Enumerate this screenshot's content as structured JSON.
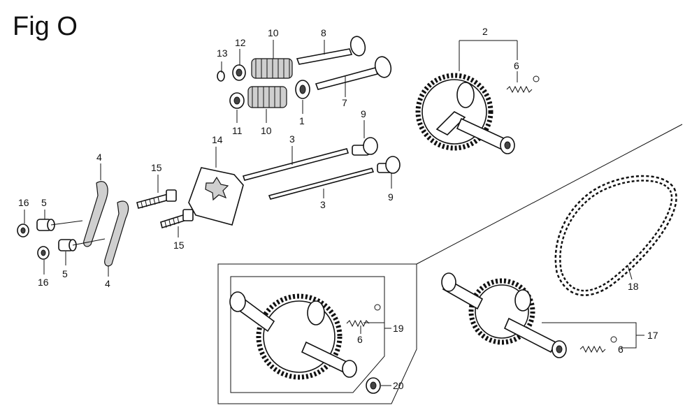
{
  "figure": {
    "title": "Fig O"
  },
  "labels": {
    "l1": "1",
    "l2": "2",
    "l3a": "3",
    "l3b": "3",
    "l4a": "4",
    "l4b": "4",
    "l5a": "5",
    "l5b": "5",
    "l6a": "6",
    "l6b": "6",
    "l6c": "6",
    "l7": "7",
    "l8": "8",
    "l9a": "9",
    "l9b": "9",
    "l10a": "10",
    "l10b": "10",
    "l11": "11",
    "l12": "12",
    "l13": "13",
    "l14": "14",
    "l15a": "15",
    "l15b": "15",
    "l16a": "16",
    "l16b": "16",
    "l17": "17",
    "l18": "18",
    "l19": "19",
    "l20": "20"
  },
  "colors": {
    "line": "#111111",
    "background": "#ffffff",
    "shade": "#cfcfcf"
  }
}
